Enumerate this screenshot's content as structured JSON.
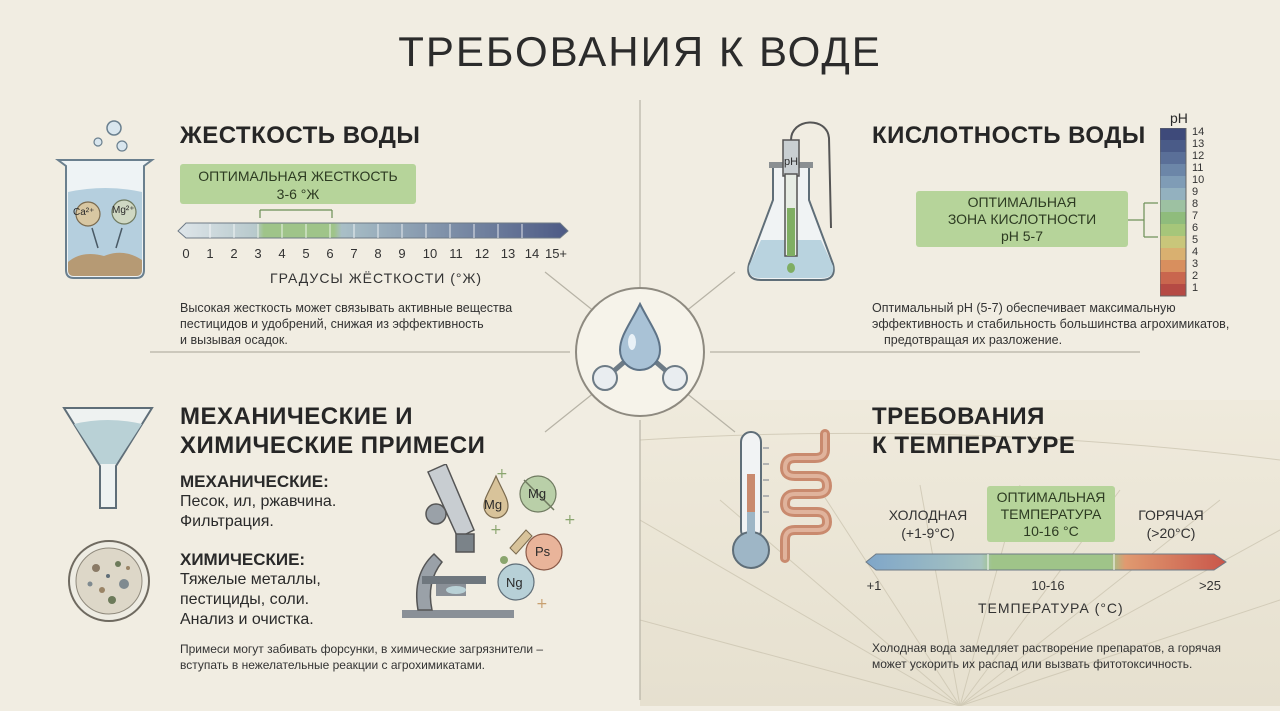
{
  "title": "ТРЕБОВАНИЯ К ВОДЕ",
  "hardness": {
    "heading": "ЖЕСТКОСТЬ ВОДЫ",
    "optimal_box": [
      "ОПТИМАЛЬНАЯ ЖЕСТКОСТЬ",
      "3-6 °Ж"
    ],
    "ticks": [
      "0",
      "1",
      "2",
      "3",
      "4",
      "5",
      "6",
      "7",
      "8",
      "9",
      "10",
      "11",
      "12",
      "13",
      "14",
      "15+"
    ],
    "axis_label": "ГРАДУСЫ ЖЁСТКОСТИ (°Ж)",
    "description": [
      "Высокая жесткость может связывать активные вещества",
      "пестицидов и удобрений, снижая из эффективность",
      "и вызывая осадок."
    ],
    "ions": [
      "Ca²⁺",
      "Mg²⁺"
    ],
    "optimal_range": [
      3,
      6
    ]
  },
  "acidity": {
    "heading": "КИСЛОТНОСТЬ ВОДЫ",
    "optimal_box": [
      "ОПТИМАЛЬНАЯ",
      "ЗОНА КИСЛОТНОСТИ",
      "pH 5-7"
    ],
    "scale_label": "pH",
    "scale_values": [
      "14",
      "13",
      "12",
      "11",
      "10",
      "9",
      "8",
      "7",
      "6",
      "5",
      "4",
      "3",
      "2",
      "1"
    ],
    "flask_label": "pH",
    "description": [
      "Оптимальный pH (5-7) обеспечивает максимальную",
      "эффективность и стабильность большинства агрохимикатов,",
      "предотвращая их разложение."
    ],
    "optimal_range": [
      5,
      7
    ]
  },
  "impurities": {
    "heading": [
      "МЕХАНИЧЕСКИЕ И",
      "ХИМИЧЕСКИЕ ПРИМЕСИ"
    ],
    "mechanical_title": "МЕХАНИЧЕСКИЕ:",
    "mechanical_text": [
      "Песок, ил, ржавчина.",
      "Фильтрация."
    ],
    "chemical_title": "ХИМИЧЕСКИЕ:",
    "chemical_text": [
      "Тяжелые металлы,",
      "пестициды, соли.",
      "Анализ и очистка."
    ],
    "bubbles": [
      "Mg",
      "Mg",
      "Ps",
      "Ng"
    ],
    "description": [
      "Примеси могут забивать форсунки, в химические загрязнители –",
      "вступать в нежелательные реакции с агрохимикатами."
    ]
  },
  "temperature": {
    "heading": [
      "ТРЕБОВАНИЯ",
      "К ТЕМПЕРАТУРЕ"
    ],
    "cold": [
      "ХОЛОДНАЯ",
      "(+1-9°C)"
    ],
    "optimal": [
      "ОПТИМАЛЬНАЯ",
      "ТЕМПЕРАТУРА",
      "10-16 °C"
    ],
    "hot": [
      "ГОРЯЧАЯ",
      "(>20°C)"
    ],
    "ticks": [
      "+1",
      "10-16",
      ">25"
    ],
    "axis_label": "ТЕМПЕРАТУРА (°C)",
    "description": [
      "Холодная вода замедляет растворение препаратов, а горячая",
      "может ускорить их распад или вызвать фитотоксичность."
    ],
    "optimal_range": [
      10,
      16
    ]
  },
  "colors": {
    "optimal_green": "#b6d49a",
    "background": "#f1ede2"
  }
}
